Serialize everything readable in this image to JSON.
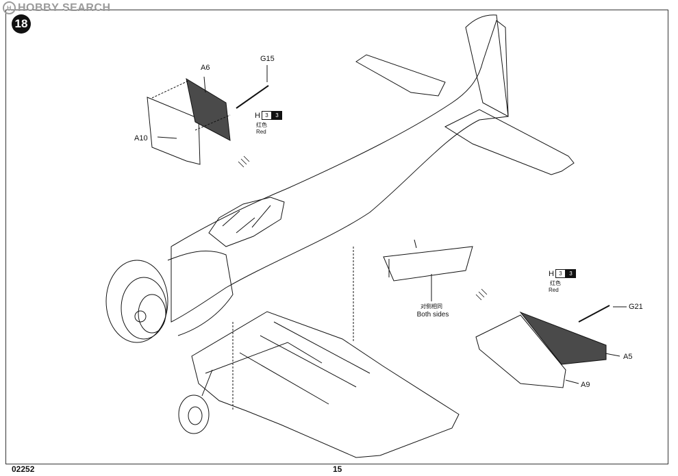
{
  "watermark": {
    "logo": "H",
    "text": "HOBBY SEARCH"
  },
  "step": {
    "number": "18"
  },
  "parts": {
    "a6": "A6",
    "a10": "A10",
    "g15": "G15",
    "g21": "G21",
    "a5": "A5",
    "a9": "A9"
  },
  "paint_top": {
    "letter": "H",
    "code_a": "3",
    "code_b": "3",
    "zh": "红色",
    "en": "Red"
  },
  "paint_right": {
    "letter": "H",
    "code_a": "3",
    "code_b": "3",
    "zh": "红色",
    "en": "Red"
  },
  "note": {
    "zh": "对侧相同",
    "en": "Both sides"
  },
  "footer": {
    "code": "02252",
    "page": "15"
  },
  "colors": {
    "ink": "#111111",
    "panel_fill": "#4a4a4a",
    "watermark": "#9b9b9b"
  }
}
